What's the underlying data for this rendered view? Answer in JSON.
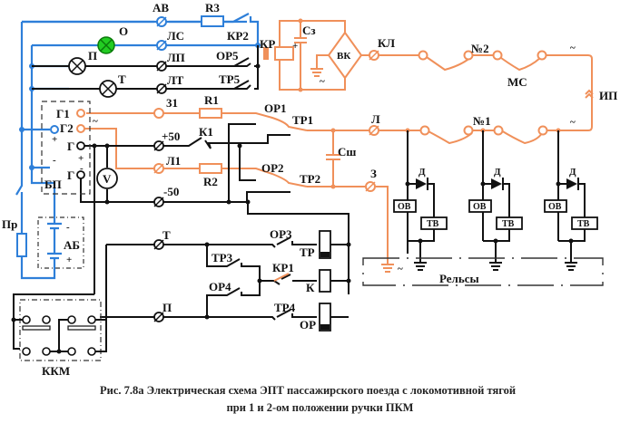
{
  "figure": {
    "caption_line1": "Рис. 7.8а   Электрическая схема ЭПТ пассажирского поезда с локомотивной тягой",
    "caption_line2": "при 1 и 2-ом положении ручки ПКМ"
  },
  "colors": {
    "control_circuit": "#2e7fd9",
    "power_circuit": "#f0905a",
    "relay_circuit": "#111111",
    "signal_lamp_on": "#22cc22"
  },
  "labels": {
    "AV": "АВ",
    "R3": "R3",
    "KR2": "КР2",
    "O": "О",
    "LS": "ЛС",
    "KR": "КР",
    "P_lamp": "П",
    "LP": "ЛП",
    "OR5": "ОР5",
    "T_lamp": "Т",
    "LT": "ЛТ",
    "TR5": "ТР5",
    "G1": "Г1",
    "G2": "Г2",
    "G_plus": "Г",
    "G_minus": "Г",
    "BP": "БП",
    "V": "V",
    "t31": "31",
    "R1": "R1",
    "OR1": "ОР1",
    "TR1": "ТР1",
    "plus50": "+50",
    "K1": "К1",
    "L1": "Л1",
    "R2": "R2",
    "OR2": "ОР2",
    "TR2": "ТР2",
    "minus50": "-50",
    "Csh": "Сш",
    "Z": "З",
    "L": "Л",
    "Cz": "Сз",
    "VK": "ВК",
    "KL": "КЛ",
    "car2": "№2",
    "car1": "№1",
    "MS": "МС",
    "IP": "ИП",
    "D": "Д",
    "OV": "ОВ",
    "TV": "ТВ",
    "rails": "Рельсы",
    "Pr": "Пр",
    "AB": "АБ",
    "T_term": "Т",
    "P_term": "П",
    "OR3": "ОР3",
    "TR3": "ТР3",
    "KR1": "КР1",
    "OR4": "ОР4",
    "TR4": "ТР4",
    "TR": "ТР",
    "K": "К",
    "OR": "ОР",
    "KKM": "ККМ",
    "plus": "+",
    "minus": "-",
    "tilde": "~"
  }
}
